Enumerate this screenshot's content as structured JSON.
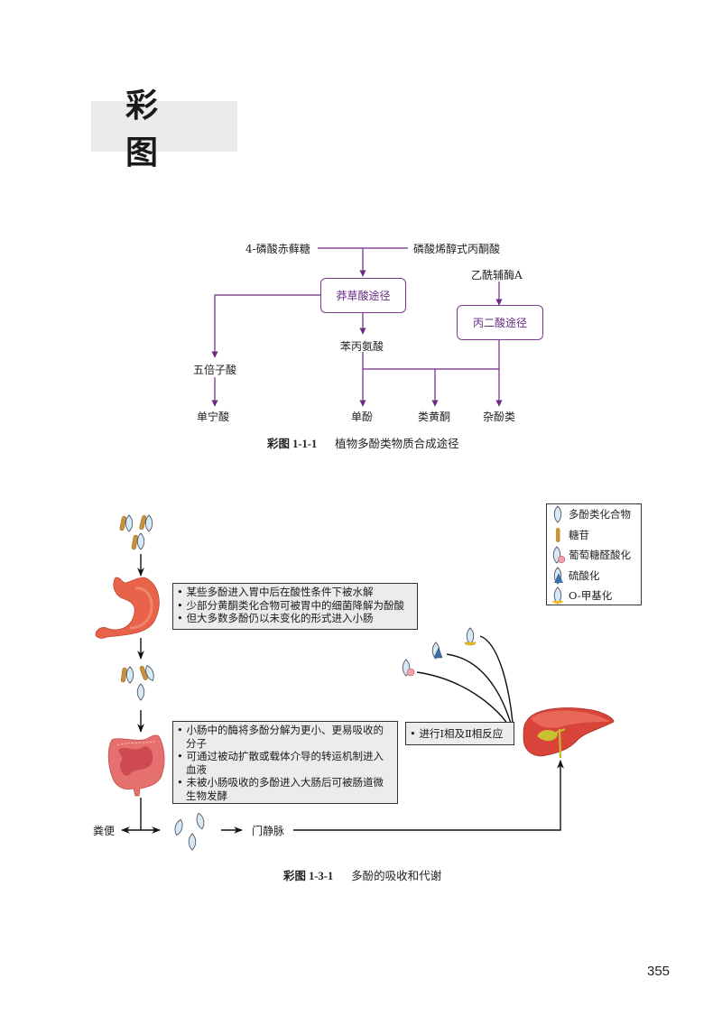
{
  "header": {
    "title": "彩 图"
  },
  "figure1": {
    "nodes": {
      "erythrose": "4-磷酸赤藓糖",
      "pep": "磷酸烯醇式丙酮酸",
      "acetyl_coa": "乙酰辅酶A",
      "shikimate": "莽草酸途径",
      "malonate": "丙二酸途径",
      "phenylalanine": "苯丙氨酸",
      "gallic_acid": "五倍子酸",
      "tannin": "单宁酸",
      "monophenol": "单酚",
      "flavonoid": "类黄酮",
      "mixed_phenol": "杂酚类"
    },
    "caption_label": "彩图 1-1-1",
    "caption_text": "植物多酚类物质合成途径",
    "colors": {
      "arrow": "#6a2a82",
      "box_border": "#7a3b8f",
      "box_text": "#6a2a82"
    }
  },
  "figure2": {
    "legend": [
      {
        "icon": "polyphenol-icon",
        "label": "多酚类化合物"
      },
      {
        "icon": "glycoside-icon",
        "label": "糖苷"
      },
      {
        "icon": "glucuronidation-icon",
        "label": "葡萄糖醛酸化"
      },
      {
        "icon": "sulfation-icon",
        "label": "硫酸化"
      },
      {
        "icon": "methylation-icon",
        "label": "O-甲基化"
      }
    ],
    "stomach_notes": [
      "某些多酚进入胃中后在酸性条件下被水解",
      "少部分黄酮类化合物可被胃中的细菌降解为酚酸",
      "但大多数多酚仍以未变化的形式进入小肠"
    ],
    "intestine_notes": [
      "小肠中的酶将多酚分解为更小、更易吸收的分子",
      "可通过被动扩散或载体介导的转运机制进入血液",
      "未被小肠吸收的多酚进入大肠后可被肠道微生物发酵"
    ],
    "liver_note": "进行Ⅰ相及Ⅱ相反应",
    "feces_label": "粪便",
    "portal_vein_label": "门静脉",
    "caption_label": "彩图 1-3-1",
    "caption_text": "多酚的吸收和代谢",
    "colors": {
      "polyphenol": "#d6eaf5",
      "glycoside": "#c8913a",
      "glucuronide": "#f0a0a8",
      "sulfate": "#3f6fa8",
      "methyl": "#f0c020",
      "stomach": "#e8634a",
      "liver": "#c8302a"
    }
  },
  "page_number": "355"
}
